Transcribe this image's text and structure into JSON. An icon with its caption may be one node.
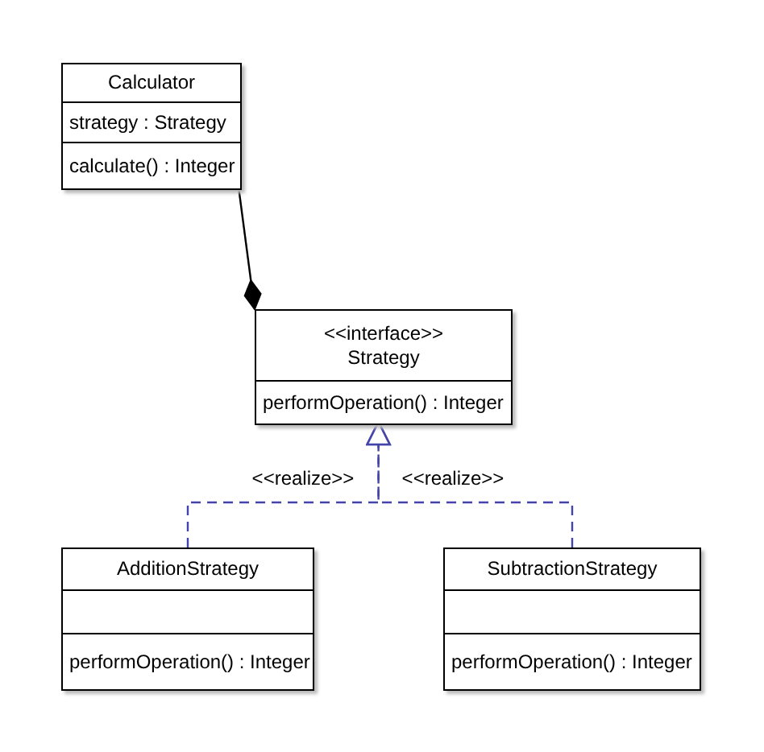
{
  "diagram": {
    "nodes": [
      {
        "text": [
          "Calculator",
          "strategy : Strategy",
          "calculate() : Integer"
        ]
      },
      {
        "text": [
          "<<interface>>",
          "Strategy",
          "performOperation() : Integer"
        ]
      },
      {
        "text": [
          "AdditionStrategy",
          "performOperation() : Integer"
        ]
      },
      {
        "text": [
          "SubtractionStrategy",
          "performOperation() : Integer"
        ]
      }
    ],
    "edges": [
      {
        "from": 0,
        "to": 1,
        "arrow": "other",
        "color": "#000000"
      },
      {
        "from": 2,
        "to": 1,
        "arrow": "to",
        "label": "<<realize>>",
        "style": "dashed",
        "color": "#4444aa"
      },
      {
        "from": 3,
        "to": 1,
        "arrow": "to",
        "label": "<<realize>>",
        "style": "dashed",
        "color": "#4444aa"
      }
    ]
  }
}
